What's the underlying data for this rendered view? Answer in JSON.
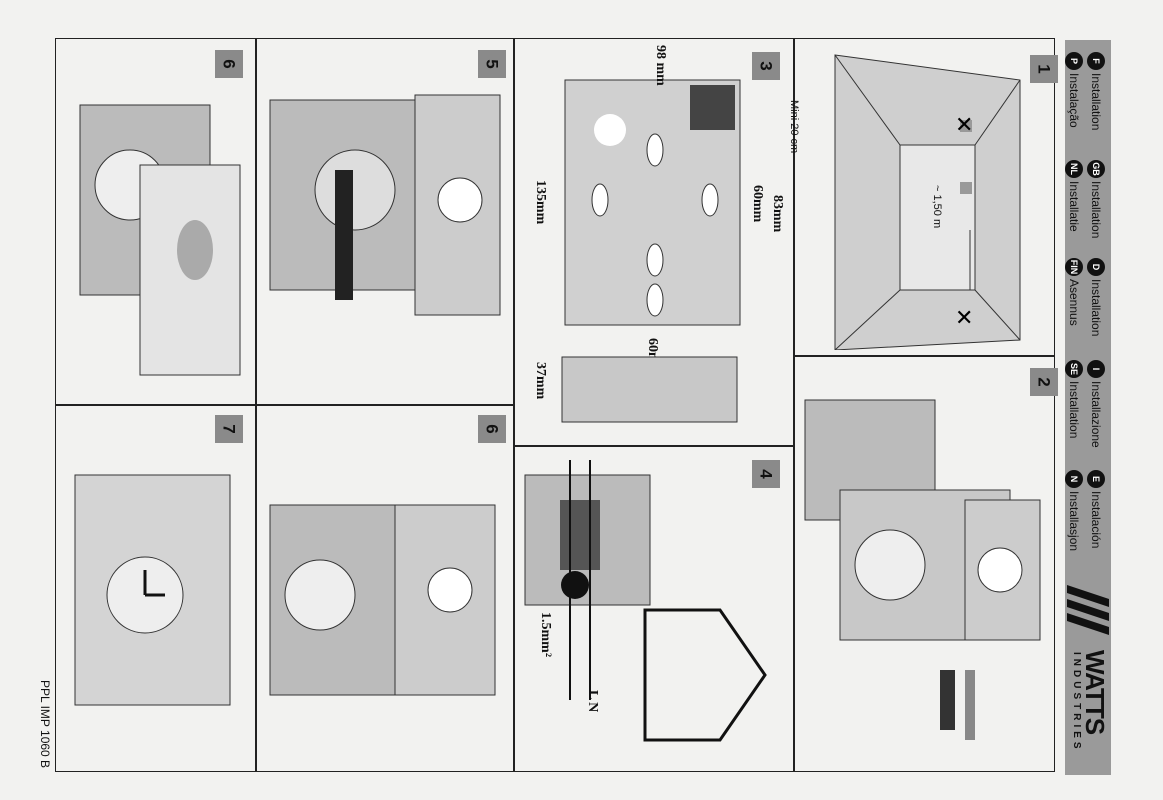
{
  "languages": [
    {
      "code": "F",
      "label": "Installation"
    },
    {
      "code": "GB",
      "label": "Installation"
    },
    {
      "code": "D",
      "label": "Installation"
    },
    {
      "code": "I",
      "label": "Installazione"
    },
    {
      "code": "E",
      "label": "Instalación"
    },
    {
      "code": "P",
      "label": "Instalação"
    },
    {
      "code": "NL",
      "label": "Installatie"
    },
    {
      "code": "FIN",
      "label": "Asennus"
    },
    {
      "code": "SE",
      "label": "Installation"
    },
    {
      "code": "N",
      "label": "Installasjon"
    }
  ],
  "brand": {
    "name": "WATTS",
    "sub": "INDUSTRIES"
  },
  "steps": {
    "s1": "1",
    "s2": "2",
    "s3": "3",
    "s4": "4",
    "s5": "5",
    "s6a": "6",
    "s6b": "6",
    "s7": "7"
  },
  "step1": {
    "min_distance": "Mini 20 cm",
    "height": "~ 1,50 m"
  },
  "step3": {
    "width": "98 mm",
    "height": "135mm",
    "hole_v": "60mm",
    "hole_h": "60mm",
    "depth_a": "83mm",
    "thickness": "37mm"
  },
  "step4": {
    "cable": "1.5mm²",
    "terminals": "L N"
  },
  "footer": {
    "ref": "PPL IMP 1060 B"
  }
}
